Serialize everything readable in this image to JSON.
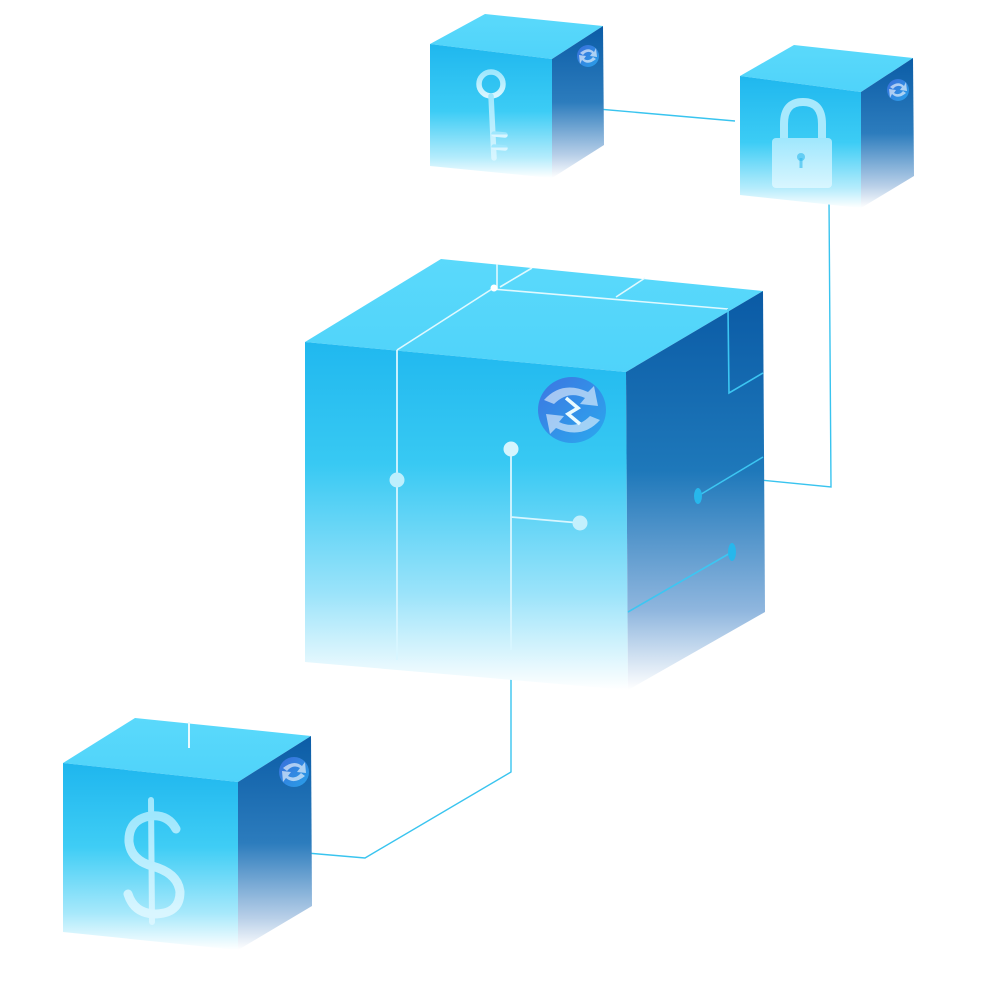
{
  "scene": {
    "cubes": [
      {
        "id": "main",
        "icon": "none"
      },
      {
        "id": "key",
        "icon": "key-icon"
      },
      {
        "id": "lock",
        "icon": "padlock-icon"
      },
      {
        "id": "dollar",
        "icon": "dollar-sign-icon"
      }
    ],
    "logo": "swap-arrows-logo",
    "colors": {
      "top_face": "#54d6fb",
      "front_face": "#2dbff0",
      "side_face": "#0a5fa8",
      "circuit_line": "#33c3ef",
      "node": "#bdeffd"
    }
  }
}
